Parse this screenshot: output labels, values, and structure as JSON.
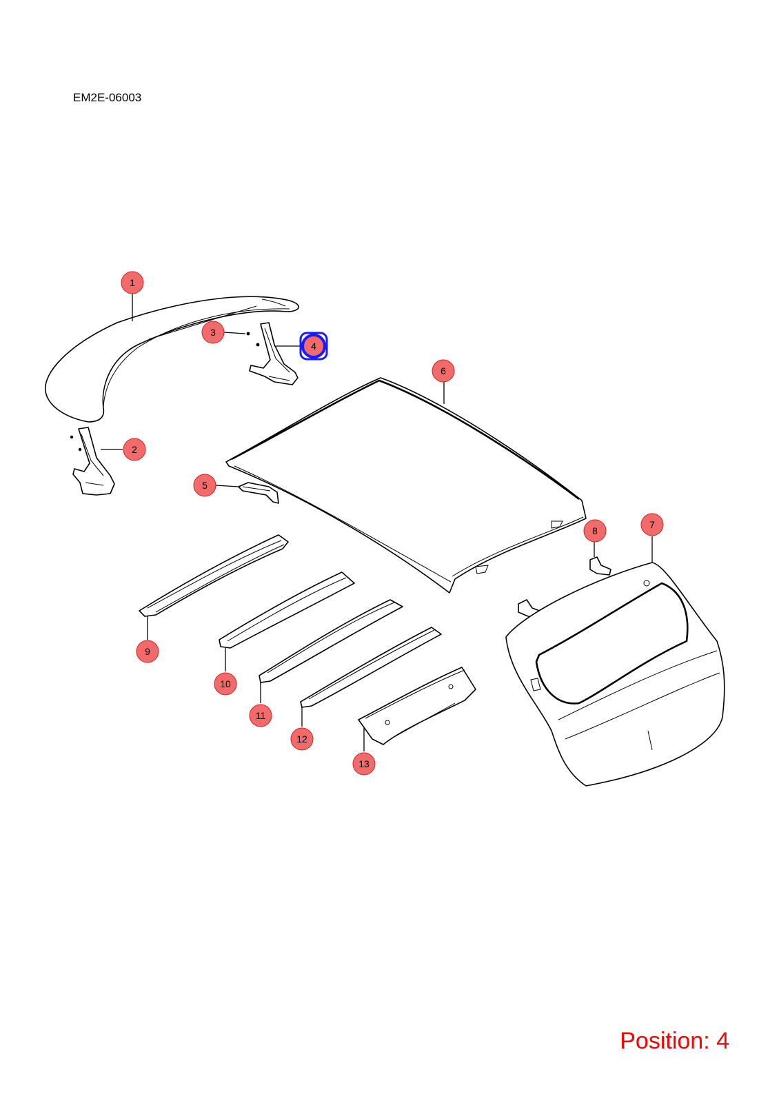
{
  "header": {
    "diagram_code": "EM2E-06003"
  },
  "footer": {
    "position_label": "Position: 4",
    "position_color": "#ff0000"
  },
  "colors": {
    "callout_fill": "#f26b6b",
    "callout_stroke": "#d42020",
    "selected_stroke": "#1a1aff"
  },
  "selected_callout": "4",
  "callouts": [
    {
      "number": "1",
      "selected": false
    },
    {
      "number": "2",
      "selected": false
    },
    {
      "number": "3",
      "selected": false
    },
    {
      "number": "4",
      "selected": true
    },
    {
      "number": "5",
      "selected": false
    },
    {
      "number": "6",
      "selected": false
    },
    {
      "number": "7",
      "selected": false
    },
    {
      "number": "8",
      "selected": false
    },
    {
      "number": "9",
      "selected": false
    },
    {
      "number": "10",
      "selected": false
    },
    {
      "number": "11",
      "selected": false
    },
    {
      "number": "12",
      "selected": false
    },
    {
      "number": "13",
      "selected": false
    }
  ]
}
